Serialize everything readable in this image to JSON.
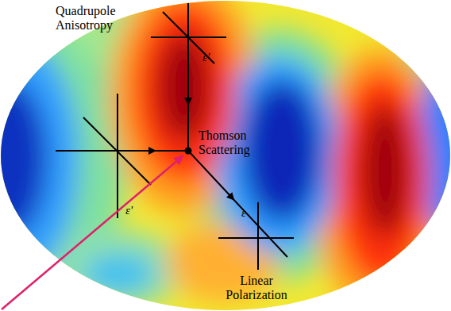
{
  "diagram": {
    "labels": [
      "Quadrupole Anisotropy",
      "ε'",
      "ε'",
      "Thomson Scattering",
      "ε",
      "Linear Polarization"
    ]
  }
}
